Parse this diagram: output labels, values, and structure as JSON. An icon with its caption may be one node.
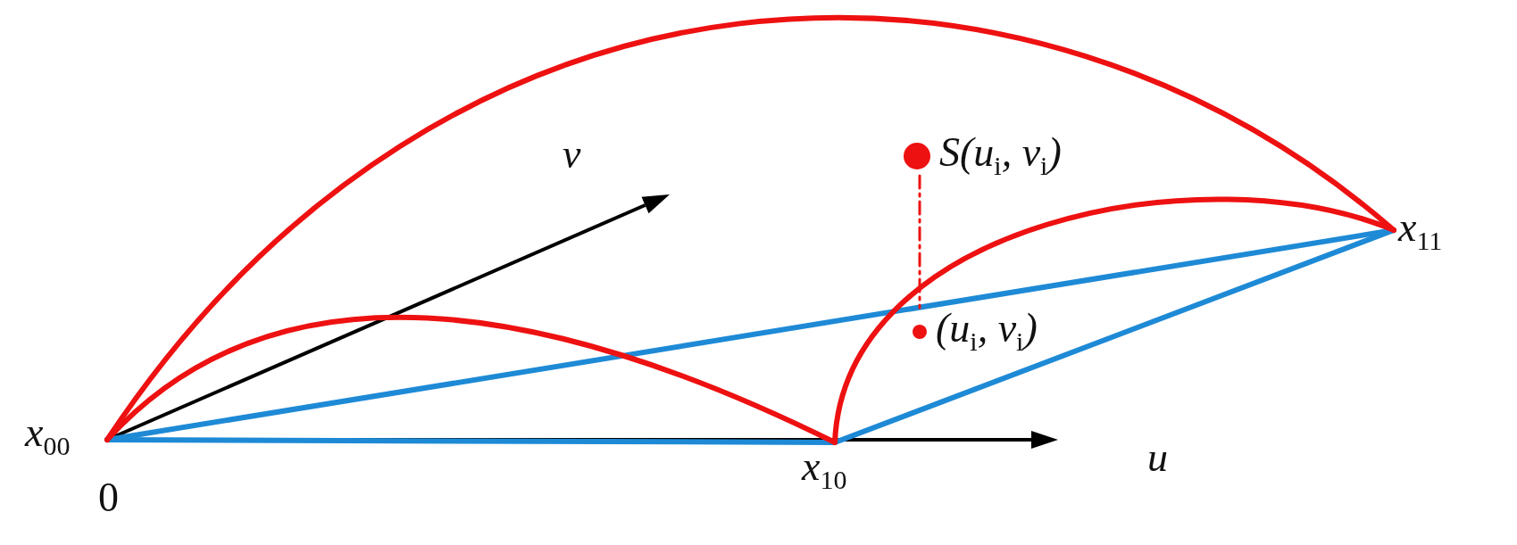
{
  "diagram": {
    "nodes": [
      {
        "text": [
          "x$_{00}$"
        ]
      },
      {
        "text": [
          "x$_{10}$"
        ]
      },
      {
        "text": [
          "x$_{11}$"
        ]
      },
      {
        "text": [
          "S(u$_{i}$, v$_{i}$)"
        ]
      },
      {
        "text": [
          "(u$_{i}$, v$_{i}$)"
        ]
      }
    ],
    "edges": [
      {
        "from": 0,
        "to": 1,
        "arrow": "none",
        "color": "#1e8ad6"
      },
      {
        "from": 1,
        "to": 2,
        "arrow": "none",
        "color": "#1e8ad6"
      },
      {
        "from": 0,
        "to": 2,
        "arrow": "none",
        "color": "#1e8ad6"
      },
      {
        "from": 0,
        "to": 2,
        "arrow": "none"
      },
      {
        "from": 0,
        "to": 1,
        "arrow": "none"
      },
      {
        "from": 1,
        "to": 2,
        "arrow": "none"
      },
      {
        "from": 3,
        "to": 4,
        "arrow": "none",
        "style": "dashed"
      }
    ],
    "labels": [
      "v",
      "u",
      "0"
    ]
  }
}
